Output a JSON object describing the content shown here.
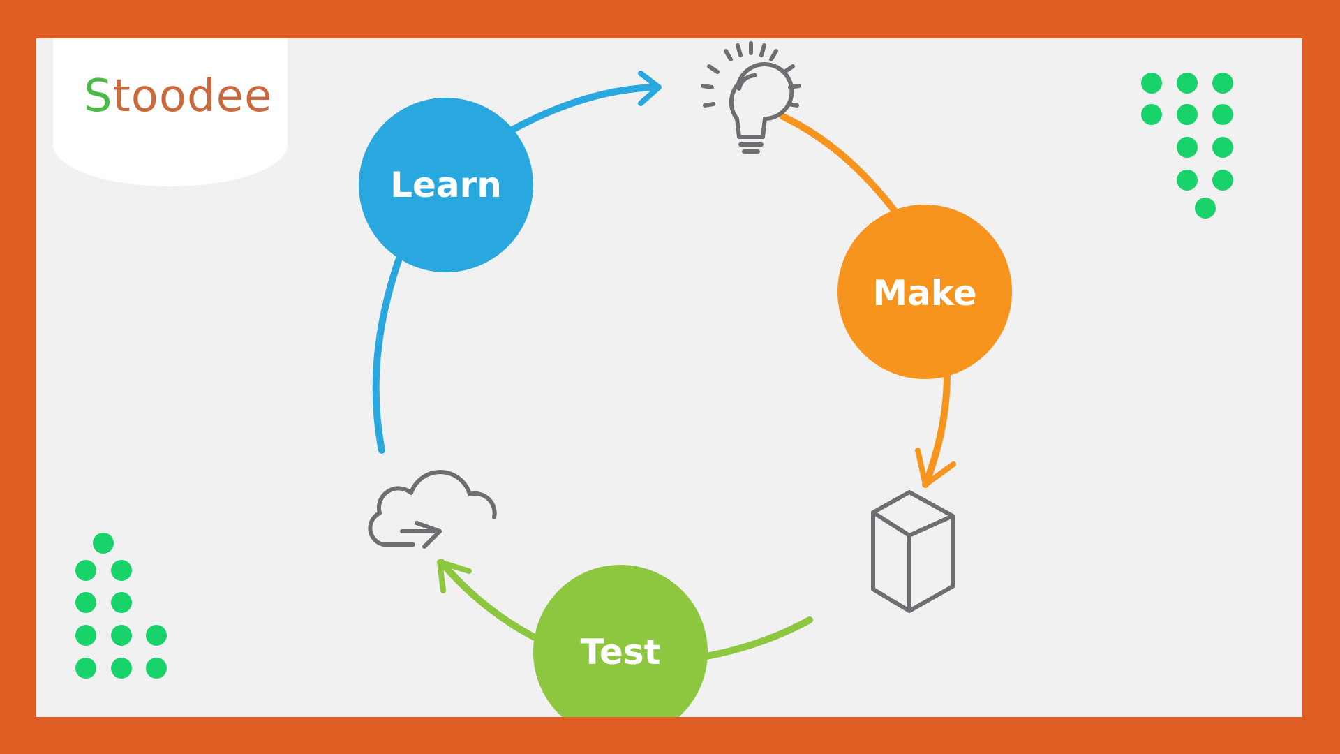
{
  "logo": {
    "initial": "S",
    "rest": "toodee"
  },
  "nodes": [
    {
      "id": "learn",
      "label": "Learn",
      "color": "#29a8e0"
    },
    {
      "id": "make",
      "label": "Make",
      "color": "#f7941d"
    },
    {
      "id": "test",
      "label": "Test",
      "color": "#8dc63f"
    }
  ],
  "icons": [
    "lightbulb-icon",
    "cube-icon",
    "cloud-upload-icon"
  ],
  "colors": {
    "frame": "#e05d24",
    "background": "#f1f1f1",
    "dots": "#17d36a",
    "icon_stroke": "#6d6e71"
  }
}
